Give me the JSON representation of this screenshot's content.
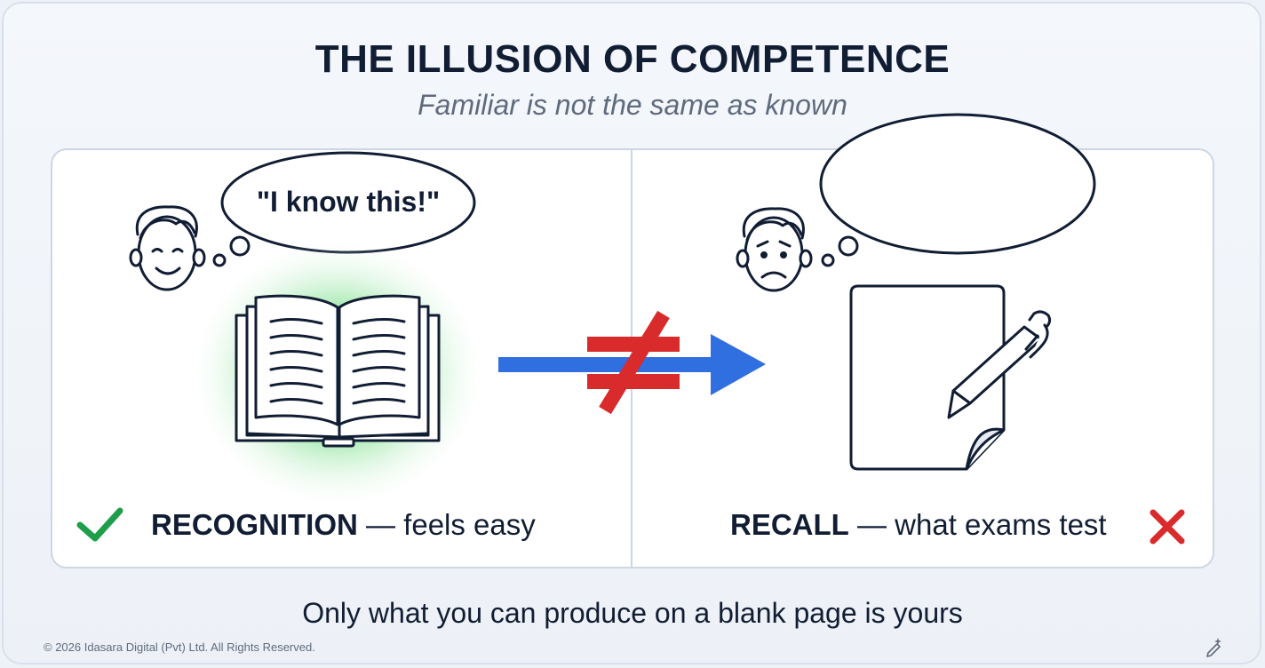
{
  "header": {
    "title": "THE ILLUSION OF COMPETENCE",
    "subtitle": "Familiar is not the same as known"
  },
  "left_panel": {
    "thought": "\"I know this!\"",
    "label_strong": "RECOGNITION",
    "label_rest": " — feels easy",
    "status_icon": "check-icon",
    "status_color": "#1e9e4a",
    "glow_color": "#3fcf5a"
  },
  "right_panel": {
    "thought": "",
    "label_strong": "RECALL",
    "label_rest": " — what exams test",
    "status_icon": "cross-icon",
    "status_color": "#d92b2b"
  },
  "connector": {
    "arrow_color": "#2f6fe0",
    "not_equal_color": "#d92b2b"
  },
  "footer": {
    "tagline": "Only what you can produce on a blank page is yours",
    "copyright": "© 2026 Idasara Digital (Pvt) Ltd. All Rights Reserved."
  }
}
